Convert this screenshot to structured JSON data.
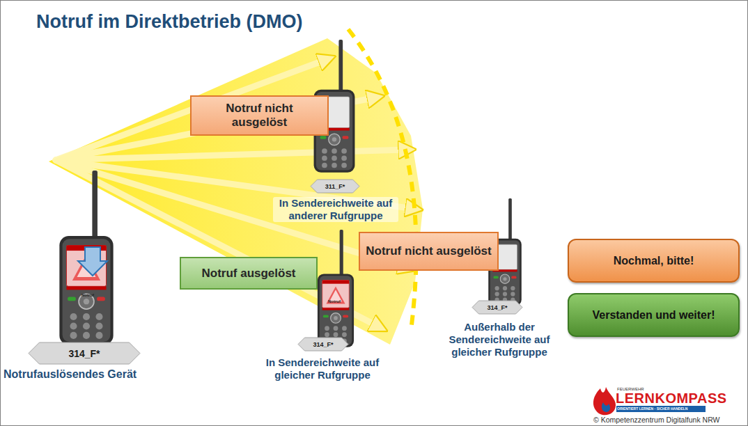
{
  "diagram": {
    "title": "Notruf im Direktbetrieb (DMO)",
    "nodes": [
      {
        "text": [
          "Notruf nicht ausgelöst"
        ]
      },
      {
        "text": [
          "311_F*"
        ]
      },
      {
        "text": [
          "Notruf nicht ausgelöst"
        ]
      },
      {
        "text": [
          "Nochmal, bitte!"
        ]
      },
      {
        "text": [
          "Notruf ausgelöst"
        ]
      },
      {
        "text": [
          "Verstanden und weiter!"
        ]
      },
      {
        "text": [
          "314_F*"
        ]
      },
      {
        "text": [
          "314_F*"
        ]
      },
      {
        "text": [
          "314_F*"
        ]
      }
    ],
    "labels": [
      "In Sendereichweite auf anderer Rufgruppe",
      "Notruf",
      "Notruf",
      "In Sendereichweite auf gleicher Rufgruppe",
      "Außerhalb der Sendereichweite auf gleicher Rufgruppe",
      "Notrufauslösendes Gerät",
      "FEUERWEHR",
      "LERNKOMPASS",
      "ORIENTIERT LERNEN - SICHER HANDELN",
      "© Kompetenzzentrum Digitalfunk NRW"
    ]
  }
}
